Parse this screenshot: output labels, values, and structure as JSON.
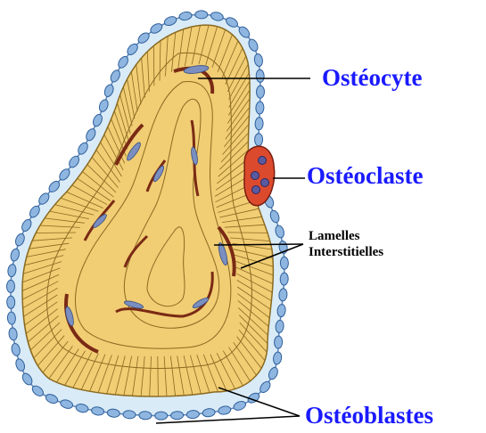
{
  "labels": {
    "osteocyte": "Ostéocyte",
    "osteoclaste": "Ostéoclaste",
    "lamelles_line1": "Lamelles",
    "lamelles_line2": "Interstitielles",
    "osteoblastes": "Ostéoblastes"
  },
  "colors": {
    "label_blue": "#1a1aff",
    "bone_matrix": "#f1cd74",
    "osteoblast_cell": "#8fb6e0",
    "osteocyte_lacuna": "#7a8fc0",
    "dark_band": "#7a2a14",
    "osteoclast": "#dc4a2e"
  }
}
